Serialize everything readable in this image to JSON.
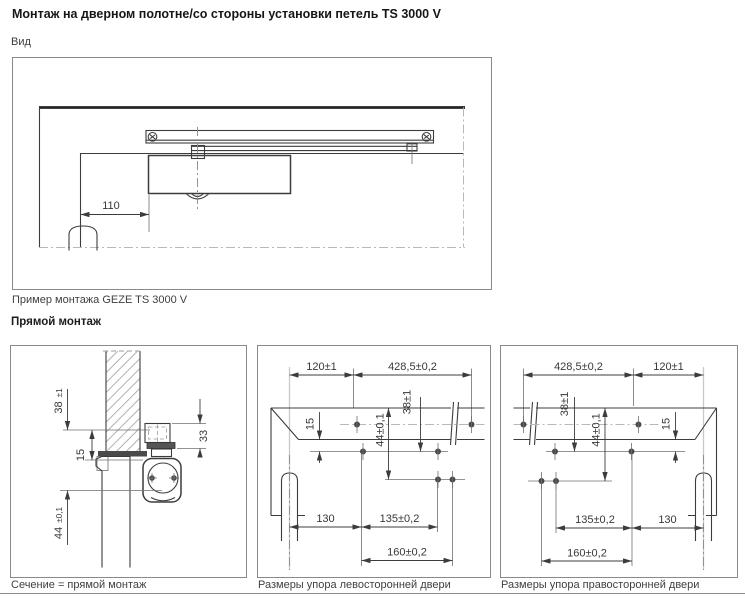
{
  "page": {
    "title": "Монтаж на дверном полотне/со стороны установки петель TS 3000 V",
    "view_label": "Вид",
    "direct_mount_label": "Прямой монтаж",
    "top_caption": "Пример монтажа GEZE TS 3000 V",
    "section_caption": "Сечение = прямой монтаж",
    "left_caption": "Размеры упора левосторонней двери",
    "right_caption": "Размеры упора правосторонней двери"
  },
  "colors": {
    "line_dark": "#3c3c3c",
    "line_light": "#b8b8b8",
    "border": "#898989",
    "text": "#383838"
  },
  "top_view": {
    "dim_110": "110"
  },
  "section": {
    "d38": "38",
    "d38_tol": "±1",
    "d15": "15",
    "d44": "44",
    "d44_tol": "±0,1",
    "d33": "33"
  },
  "left_door": {
    "dim_120": "120±1",
    "dim_428": "428,5±0,2",
    "dim_15": "15",
    "dim_44": "44±0,1",
    "dim_38": "38±1",
    "dim_130": "130",
    "dim_135": "135±0,2",
    "dim_160": "160±0,2"
  },
  "right_door": {
    "dim_428": "428,5±0,2",
    "dim_120": "120±1",
    "dim_38": "38±1",
    "dim_44": "44±0,1",
    "dim_15": "15",
    "dim_135": "135±0,2",
    "dim_130": "130",
    "dim_160": "160±0,2"
  }
}
